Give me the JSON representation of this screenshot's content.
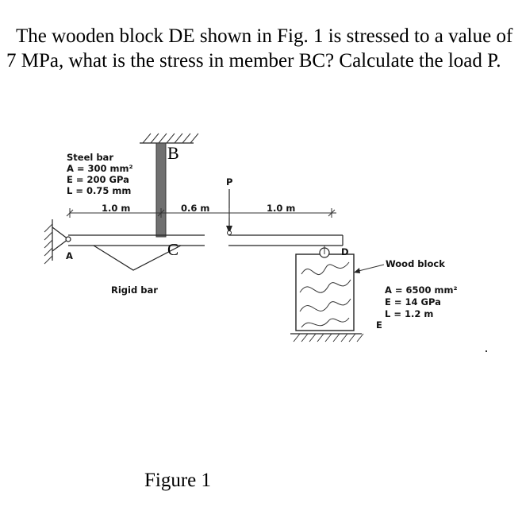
{
  "question": "The wooden block DE shown in Fig. 1 is stressed to a value of 7 MPa, what is the stress in member BC? Calculate the load P.",
  "figure": {
    "caption": "Figure 1",
    "points": {
      "A": "A",
      "B": "B",
      "C": "C",
      "D": "D",
      "E": "E",
      "P": "P"
    },
    "steel_bar": {
      "title": "Steel bar",
      "area": "A = 300 mm²",
      "modulus": "E = 200 GPa",
      "length": "L = 0.75 mm"
    },
    "wood_block": {
      "title": "Wood block",
      "area": "A = 6500 mm²",
      "modulus": "E = 14 GPa",
      "length": "L = 1.2 m"
    },
    "rigid_bar_label": "Rigid bar",
    "dimensions": {
      "d1": "1.0 m",
      "d2": "0.6 m",
      "d3": "1.0 m"
    }
  }
}
